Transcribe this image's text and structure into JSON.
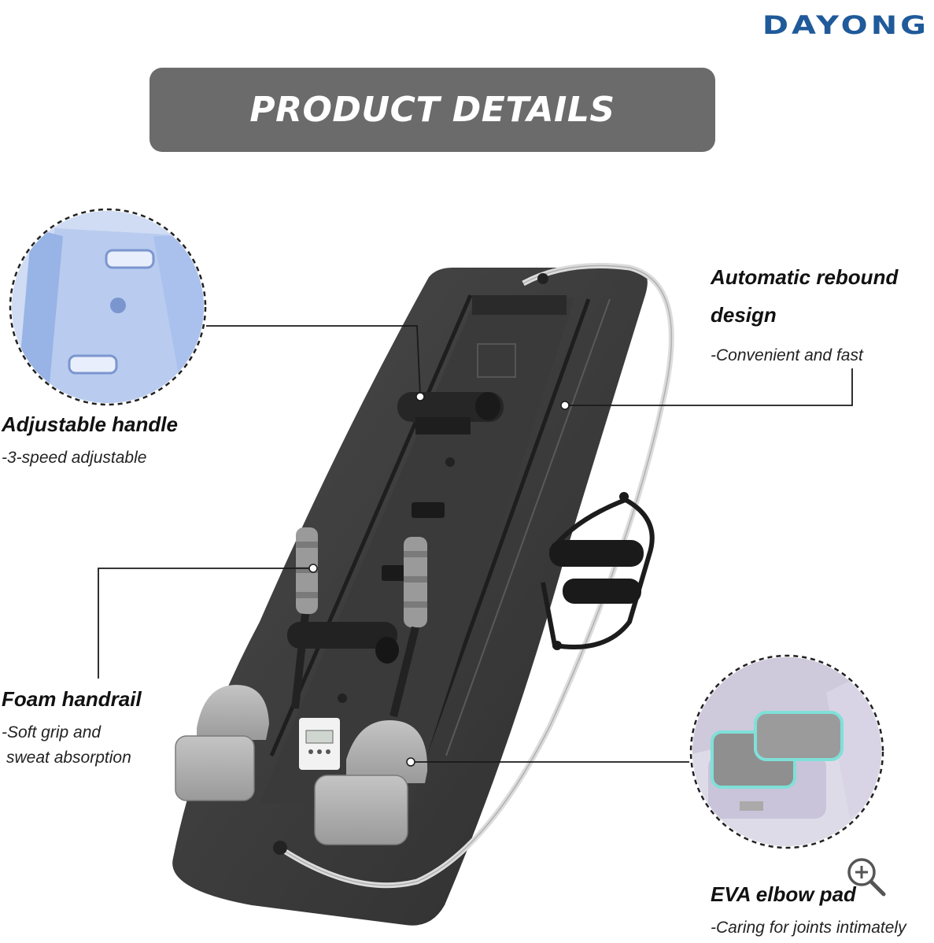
{
  "brand": {
    "name": "DAYONG",
    "color": "#1f5a9a"
  },
  "banner": {
    "title": "PRODUCT DETAILS",
    "color": "#6b6b6b"
  },
  "features": [
    {
      "title": "Adjustable handle",
      "subtitle": "-3-speed adjustable"
    },
    {
      "title": "Automatic rebound",
      "title2": "design",
      "subtitle": "-Convenient and fast"
    },
    {
      "title": "Foam handrail",
      "subtitle": "-Soft grip and",
      "subtitle2": "sweat absorption"
    },
    {
      "title": "EVA elbow pad",
      "subtitle": "-Caring for joints intimately"
    }
  ],
  "icons": {
    "zoom": "zoom-in-icon"
  }
}
